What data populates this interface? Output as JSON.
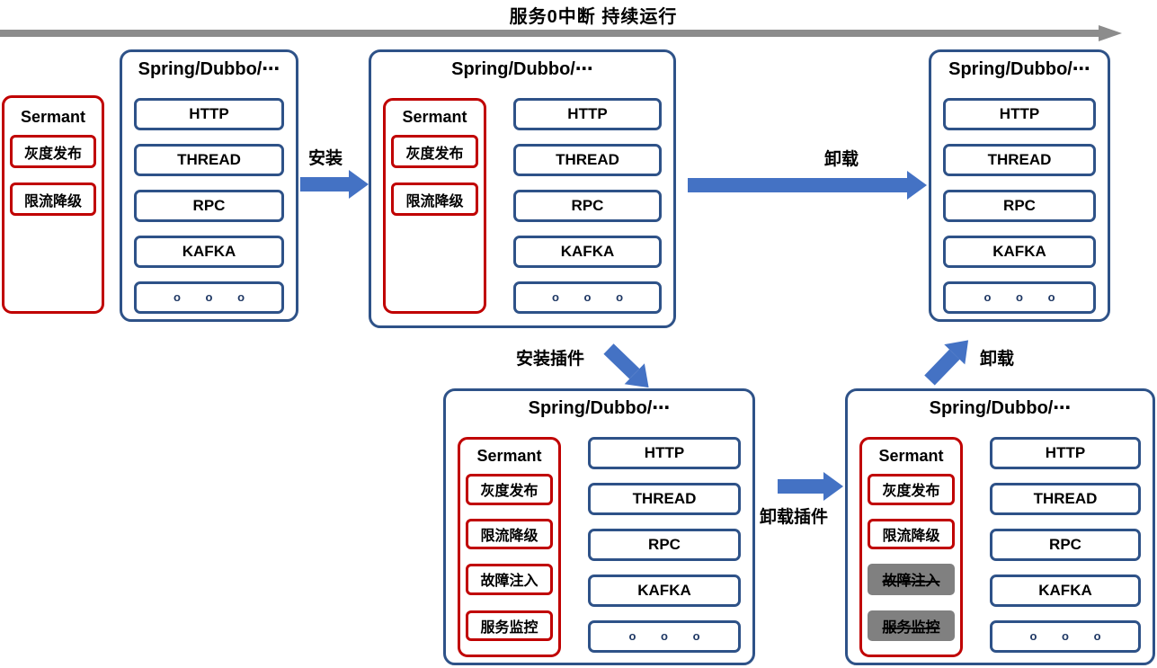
{
  "header": {
    "timeline_label": "服务0中断 持续运行"
  },
  "standalone_sermant": {
    "title": "Sermant",
    "plugins": [
      {
        "label": "灰度发布"
      },
      {
        "label": "限流降级"
      }
    ]
  },
  "apps": [
    {
      "title": "Spring/Dubbo/⋯",
      "frameworks": [
        "HTTP",
        "THREAD",
        "RPC",
        "KAFKA",
        "o o o"
      ]
    },
    {
      "title": "Spring/Dubbo/⋯",
      "sermant": {
        "title": "Sermant",
        "plugins": [
          {
            "label": "灰度发布",
            "disabled": false
          },
          {
            "label": "限流降级",
            "disabled": false
          }
        ]
      },
      "frameworks": [
        "HTTP",
        "THREAD",
        "RPC",
        "KAFKA",
        "o o o"
      ]
    },
    {
      "title": "Spring/Dubbo/⋯",
      "frameworks": [
        "HTTP",
        "THREAD",
        "RPC",
        "KAFKA",
        "o o o"
      ]
    },
    {
      "title": "Spring/Dubbo/⋯",
      "sermant": {
        "title": "Sermant",
        "plugins": [
          {
            "label": "灰度发布",
            "disabled": false
          },
          {
            "label": "限流降级",
            "disabled": false
          },
          {
            "label": "故障注入",
            "disabled": false
          },
          {
            "label": "服务监控",
            "disabled": false
          }
        ]
      },
      "frameworks": [
        "HTTP",
        "THREAD",
        "RPC",
        "KAFKA",
        "o o o"
      ]
    },
    {
      "title": "Spring/Dubbo/⋯",
      "sermant": {
        "title": "Sermant",
        "plugins": [
          {
            "label": "灰度发布",
            "disabled": false
          },
          {
            "label": "限流降级",
            "disabled": false
          },
          {
            "label": "故障注入",
            "disabled": true
          },
          {
            "label": "服务监控",
            "disabled": true
          }
        ]
      },
      "frameworks": [
        "HTTP",
        "THREAD",
        "RPC",
        "KAFKA",
        "o o o"
      ]
    }
  ],
  "arrows": {
    "install": "安装",
    "uninstall": "卸载",
    "install_plugin": "安装插件",
    "uninstall_plugin": "卸载插件",
    "uninstall_2": "卸载"
  },
  "colors": {
    "app_border": "#2e5288",
    "sermant_border": "#c00000",
    "arrow_blue": "#4472c4",
    "timeline_gray": "#8c8c8c",
    "disabled_fill": "#808080"
  }
}
